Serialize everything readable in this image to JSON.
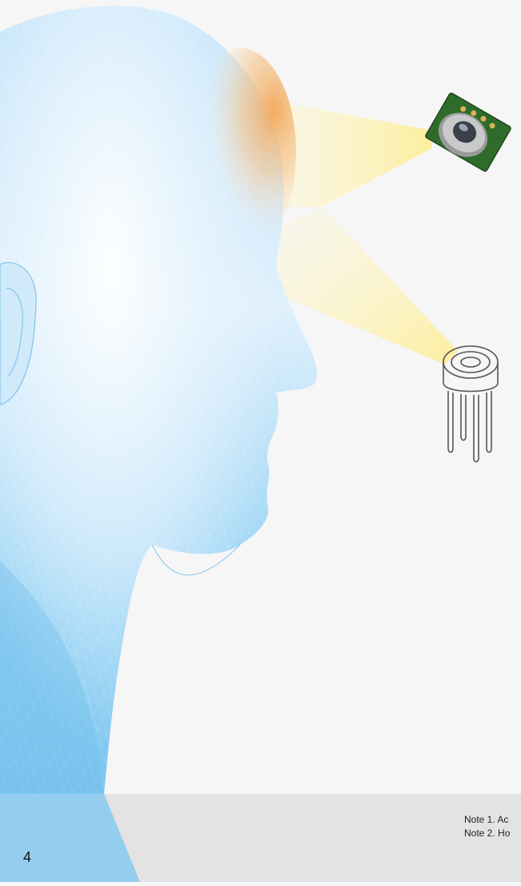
{
  "page": {
    "number": "4"
  },
  "notes": [
    "Note 1. Ac",
    "Note 2. Ho"
  ],
  "illustration": {
    "subject": "head-profile-icon",
    "sensor_chip": "infrared-sensor-chip-icon",
    "sensor_can": "to-can-sensor-icon",
    "colors": {
      "skin_light": "#e8f4fd",
      "skin_blue": "#7cc4ef",
      "forehead_warm": "#f2b063",
      "beam": "#fdf2a6",
      "footer": "#e3e3e3"
    }
  }
}
